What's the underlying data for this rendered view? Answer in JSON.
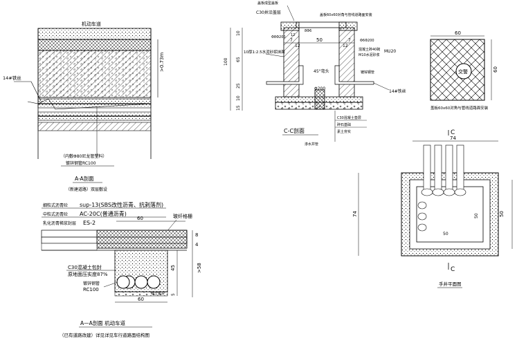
{
  "aa_top": {
    "road_label": "机动车道",
    "depth_label": ">0.73m",
    "steel_wire": "14#铁丝",
    "pipe_note": "（内敷Φ80尼龙管塑料）",
    "pipe_spec": "镀锌钢管RC100",
    "section_title": "A-A剖面",
    "subtitle": "（新建道路）双层敷设"
  },
  "aa_bottom": {
    "layer1_name": "细粒式沥青砼",
    "layer1_spec": "sup-13(SBS改性沥青、抗剥落剂)",
    "layer2_name": "中粒式沥青砼",
    "layer2_spec": "AC-20C(普通沥青)",
    "layer3_name": "乳化沥青稀浆封层",
    "layer3_spec": "ES-2",
    "fiber_label": "玻纤格栅",
    "dim_60_top": "60",
    "dim_8": "8",
    "dim_4": "4",
    "dim_58": ">58",
    "dim_45": "45",
    "dim_5": "5",
    "dim_60_bottom": "60",
    "c30_label": "C30混凝土包封",
    "compaction_label": "原地面压实度87%",
    "pipe_label": "镀锌钢管",
    "pipe_spec": "RC100",
    "sand_label": "细土素夯",
    "caption_1": "A—A剖面 机动车道",
    "caption_2": "（已有道路改建）详见详见车行道路面结构图"
  },
  "cc": {
    "top_note": "盖板成型盖板",
    "c30_cap": "C30井沿盖层",
    "cover_note": "盖板60x60对角与管线道路面安装",
    "rebar_1": "Φ8Φ200",
    "rebar_2": "Φ6Φ200",
    "d7a": "7",
    "d12a": "12",
    "d50": "50",
    "d12b": "12",
    "d7b": "7",
    "mortar_1": "10厚1:2.5水泥砂浆抹面",
    "brick_1": "混凝土砖40砌",
    "brick_2": "M10水泥砂浆",
    "brick_3": "MU20",
    "pipe": "镀锌钢管",
    "angle": "45°弯头",
    "steel_wire": "14#铁丝",
    "drain": "Φ200",
    "left_100": "100",
    "left_10a": "10",
    "left_65": "65",
    "left_25": "25",
    "left_10b": "10",
    "left_15": "15",
    "title": "C-C剖面",
    "base_1": "C30混凝土垫层",
    "base_2": "碎石基础",
    "base_3": "素土夯实",
    "seepage": "渗水井管",
    "small_a": "8Φ6",
    "small_b": "12"
  },
  "cover": {
    "dim_top": "60",
    "dim_right": "60",
    "badge": "交警",
    "caption": "盖板60x60对角与管线道路面安装"
  },
  "plan": {
    "cut_top": "C",
    "cut_bottom": "C",
    "dim_74_top": "74",
    "dim_74_left": "74",
    "dim_50_right": "50",
    "dim_50_inner_right": "50",
    "dim_50_inner_bottom": "50",
    "title": "手井平面图"
  }
}
